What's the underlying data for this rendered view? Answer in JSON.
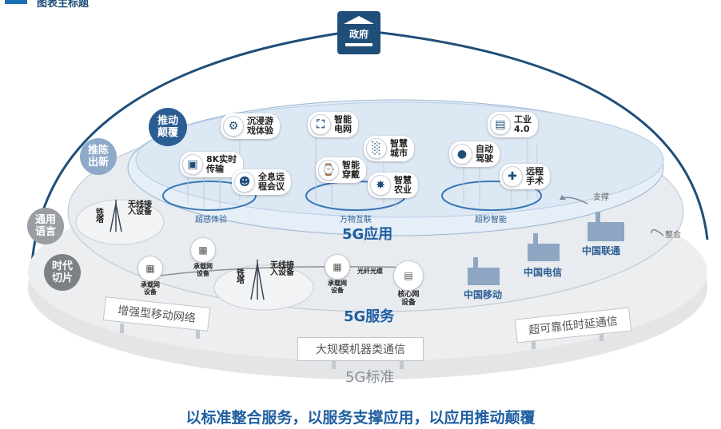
{
  "header": {
    "title": "图表主标题"
  },
  "government": {
    "label": "政府"
  },
  "bubbles": {
    "disrupt": "推动\n颠覆",
    "innovate": "推陈\n出新",
    "language": "通用\n语言",
    "slice": "时代\n切片"
  },
  "apps": {
    "vr": "沉浸游\n戏体验",
    "grid": "智能\n电网",
    "industry": "工业\n4.0",
    "video8k": "8K实时\n传输",
    "holo": "全息远\n程会议",
    "wear": "智能\n穿戴",
    "city": "智慧\n城市",
    "agri": "智慧\n农业",
    "drive": "自动\n驾驶",
    "surgery": "远程\n手术"
  },
  "rings": {
    "left": "超感体验",
    "middle": "万物互联",
    "right": "超秒智能"
  },
  "layers": {
    "app": "5G应用",
    "service": "5G服务",
    "standard": "5G标准"
  },
  "service_items": {
    "tower1": "铁\n塔",
    "access1": "无线接\n入设备",
    "bearer_top": "承载网\n设备",
    "bearer_left": "承载网\n设备",
    "tower2": "铁\n塔",
    "access2": "无线接\n入设备",
    "bearer_mid": "承载网\n设备",
    "fiber": "光纤光缆",
    "core": "核心网\n设备"
  },
  "operators": {
    "mobile": "中国移动",
    "telecom": "中国电信",
    "unicom": "中国联通"
  },
  "arrows": {
    "support": "支撑",
    "integrate": "整合"
  },
  "signs": {
    "left": "增强型移动网络",
    "middle": "大规模机器类通信",
    "right": "超可靠低时延通信"
  },
  "footer": "以标准整合服务，以服务支撑应用，以应用推动颠覆",
  "colors": {
    "accent": "#1f5fa0",
    "dark": "#2a5d92"
  }
}
